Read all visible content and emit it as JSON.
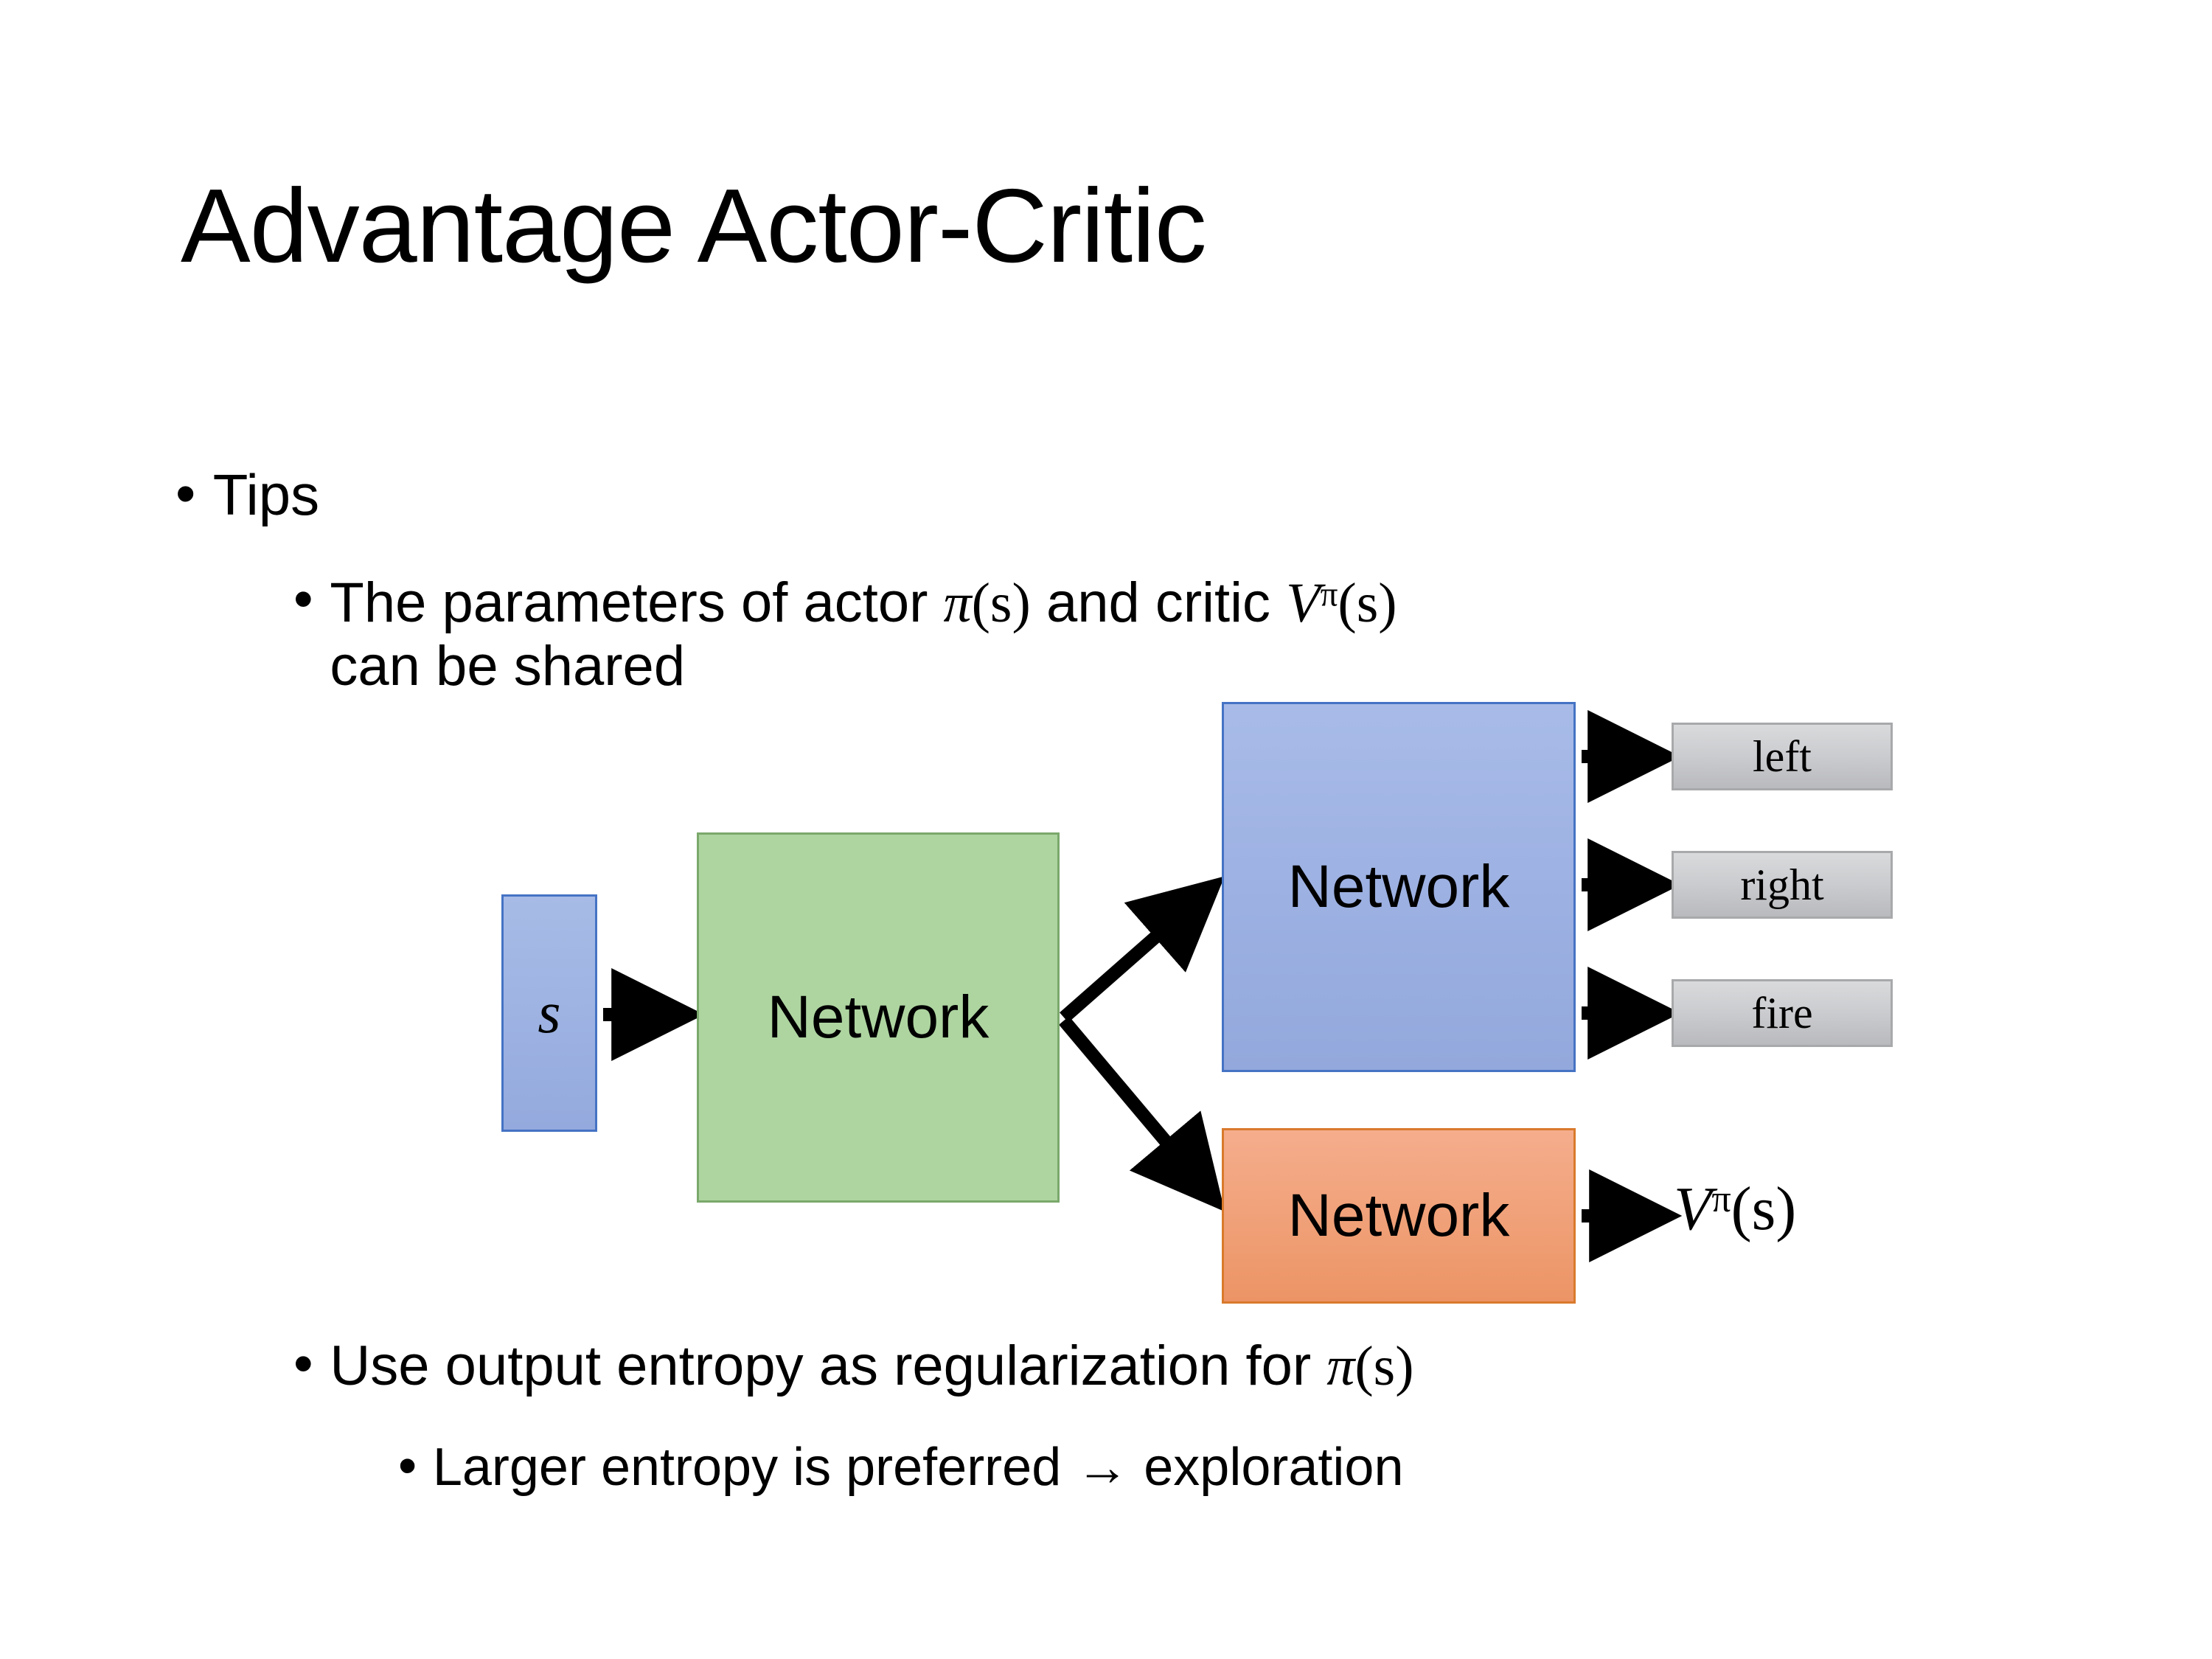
{
  "slide": {
    "title": "Advantage Actor-Critic",
    "background_color": "#ffffff",
    "text_color": "#000000"
  },
  "bullets": {
    "tips": {
      "marker": "•",
      "text": "Tips"
    },
    "parameters": {
      "marker": "•",
      "text_before_pi": "The parameters of actor ",
      "pi_symbol": "π",
      "pi_arg": "(s)",
      "text_middle": "  and critic ",
      "v_symbol": "V",
      "v_superscript": "π",
      "v_arg": "(s)",
      "text_line2": "can be shared"
    },
    "entropy": {
      "marker": "•",
      "text": "Use output entropy as regularization for ",
      "pi_symbol": "π",
      "pi_arg": "(s)"
    },
    "larger": {
      "marker": "•",
      "text": "Larger entropy is preferred → exploration"
    }
  },
  "diagram": {
    "input_node": {
      "label": "s",
      "fill_color": "#9db2e2",
      "border_color": "#4573c4"
    },
    "shared_network": {
      "label": "Network",
      "fill_color": "#aed5a0",
      "border_color": "#7ba86c"
    },
    "actor_network": {
      "label": "Network",
      "fill_color": "#9cb0e2",
      "border_color": "#4573c4"
    },
    "critic_network": {
      "label": "Network",
      "fill_color": "#f0a077",
      "border_color": "#d97a2c"
    },
    "action_outputs": [
      {
        "label": "left",
        "fill_color": "#cbcccf",
        "border_color": "#a8a9ab"
      },
      {
        "label": "right",
        "fill_color": "#cbcccf",
        "border_color": "#a8a9ab"
      },
      {
        "label": "fire",
        "fill_color": "#cbcccf",
        "border_color": "#a8a9ab"
      }
    ],
    "critic_output": {
      "v_symbol": "V",
      "v_superscript": "π",
      "v_arg": "(s)"
    },
    "arrow_color": "#000000"
  }
}
